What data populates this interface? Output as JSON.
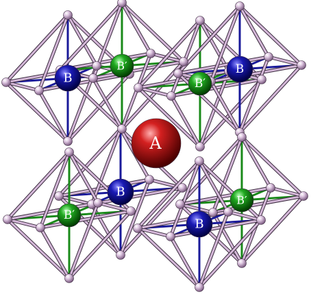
{
  "figure": {
    "labels": {
      "a_site": "A",
      "b_site": "B",
      "b_prime_site": "B′"
    },
    "colors": {
      "background": "#ffffff",
      "lattice_bond": "#d4b8d8",
      "bond_outline": "#3a2a3e",
      "b_axis_bond": "#1a1a9a",
      "b_prime_axis_bond": "#1a8a1a",
      "oxygen_atom": "#c8a8cc",
      "a_atom": "#b51010",
      "b_atom": "#1414a8",
      "b_prime_atom": "#1a9a1a",
      "label_text": "#ffffff"
    }
  }
}
